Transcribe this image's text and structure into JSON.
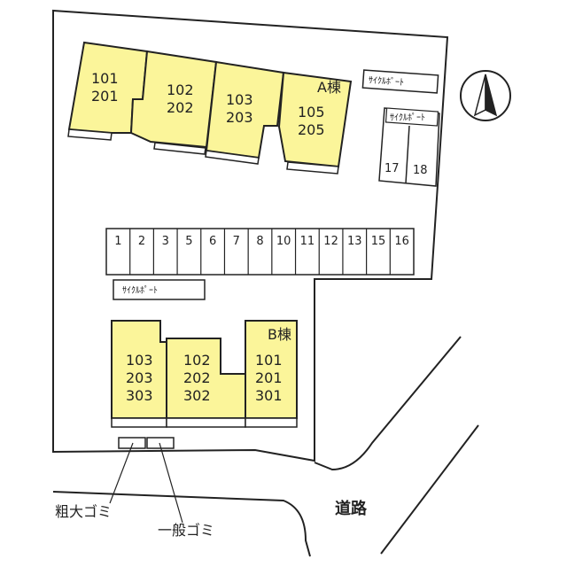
{
  "colors": {
    "building": "#fbf59a",
    "outline": "#222222",
    "background": "#ffffff"
  },
  "compass": {
    "icon": "north-arrow-icon"
  },
  "building_a": {
    "name": "A棟",
    "units": [
      {
        "line1": "101",
        "line2": "201"
      },
      {
        "line1": "102",
        "line2": "202"
      },
      {
        "line1": "103",
        "line2": "203"
      },
      {
        "line1": "105",
        "line2": "205"
      }
    ]
  },
  "building_b": {
    "name": "B棟",
    "units": [
      {
        "line1": "103",
        "line2": "203",
        "line3": "303"
      },
      {
        "line1": "102",
        "line2": "202",
        "line3": "302"
      },
      {
        "line1": "101",
        "line2": "201",
        "line3": "301"
      }
    ]
  },
  "cycle_ports": {
    "top": "ｻｲｸﾙﾎﾟｰﾄ",
    "right": "ｻｲｸﾙﾎﾟｰﾄ",
    "middle": "ｻｲｸﾙﾎﾟｰﾄ"
  },
  "parking": {
    "row": [
      "1",
      "2",
      "3",
      "5",
      "6",
      "7",
      "8",
      "10",
      "11",
      "12",
      "13",
      "15",
      "16"
    ],
    "right": [
      "17",
      "18"
    ]
  },
  "garbage": {
    "bulky": "粗大ゴミ",
    "general": "一般ゴミ"
  },
  "road": "道路"
}
